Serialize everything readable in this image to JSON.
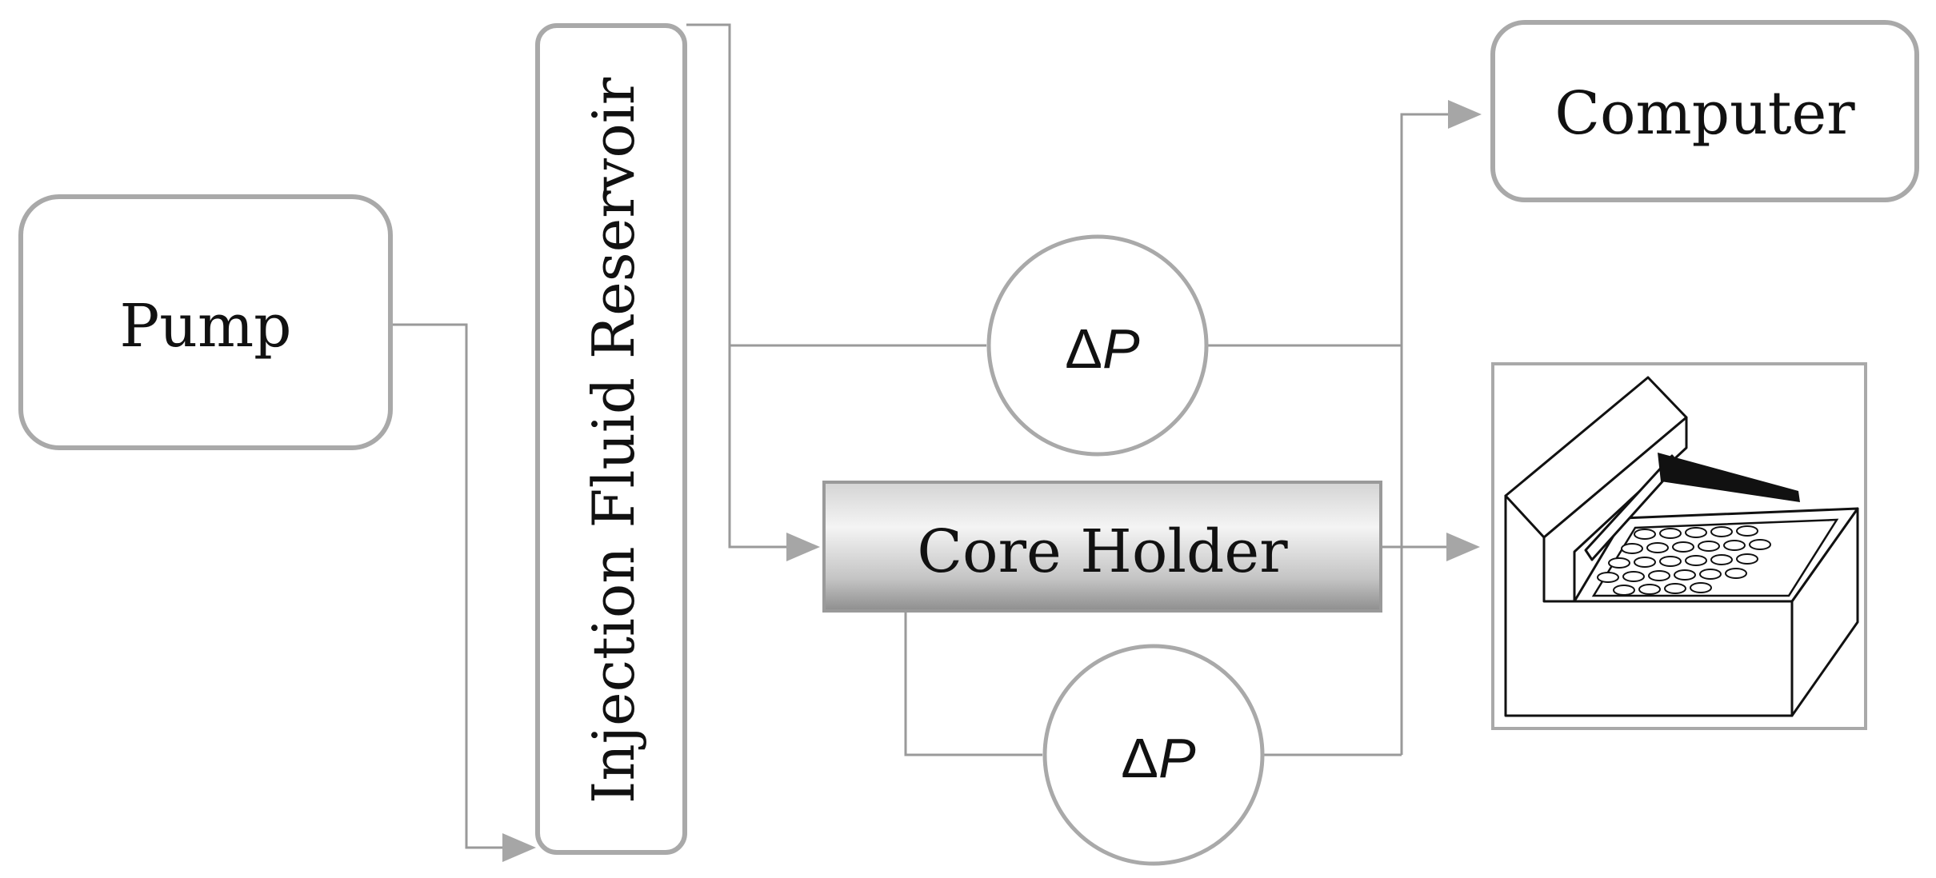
{
  "diagram": {
    "pump": {
      "label": "Pump"
    },
    "reservoir": {
      "label": "Injection Fluid Reservoir"
    },
    "computer": {
      "label": "Computer"
    },
    "core_holder": {
      "label": "Core Holder"
    },
    "gauge_top": {
      "delta": "Δ",
      "variable": "P"
    },
    "gauge_bottom": {
      "delta": "Δ",
      "variable": "P"
    },
    "colors": {
      "line": "#9a9a9a",
      "arrow": "#a6a6a6",
      "box_border": "#a9a9a9",
      "text": "#111111",
      "core_holder_gradient": [
        "#f2f2f2",
        "#c8c8c8",
        "#9c9c9c"
      ]
    },
    "icons": {
      "collector": "fraction-collector-icon"
    }
  }
}
